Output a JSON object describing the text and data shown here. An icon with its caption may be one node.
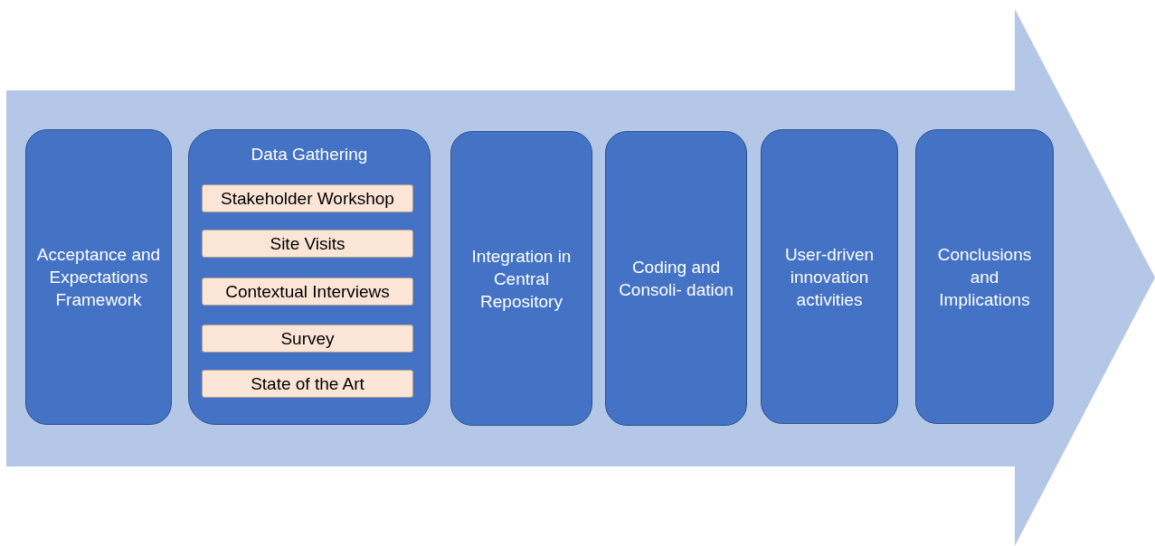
{
  "diagram": {
    "nodes": [
      {
        "text": [],
        "shape": "arrow"
      },
      {
        "text": [
          "Acceptance and Expectations Framework"
        ],
        "in": 0
      },
      {
        "text": [
          "Data Gathering"
        ],
        "in": 0
      },
      {
        "text": [
          "Stakeholder Workshop"
        ],
        "in": 2
      },
      {
        "text": [
          "Site Visits"
        ],
        "in": 2
      },
      {
        "text": [
          "Contextual Interviews"
        ],
        "in": 2
      },
      {
        "text": [
          "Survey"
        ],
        "in": 2
      },
      {
        "text": [
          "State of the Art"
        ],
        "in": 2
      },
      {
        "text": [
          "Integration in Central Repository"
        ],
        "in": 0
      },
      {
        "text": [
          "Coding and Consoli- dation"
        ],
        "in": 0
      },
      {
        "text": [
          "User-driven innovation activities"
        ],
        "in": 0
      },
      {
        "text": [
          "Conclusions and Implications"
        ],
        "in": 0
      }
    ],
    "edges": []
  }
}
